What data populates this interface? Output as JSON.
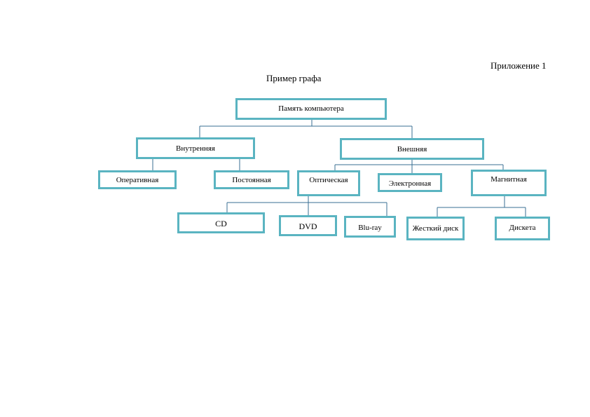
{
  "header": {
    "appendix": "Приложение 1",
    "title": "Пример графа"
  },
  "graph": {
    "root": "Память компьютера",
    "internal": "Внутренняя",
    "external": "Внешняя",
    "ram": "Оперативная",
    "rom": "Постоянная",
    "optical": "Оптическая",
    "electronic": "Электронная",
    "magnetic": "Магнитная",
    "cd": "CD",
    "dvd": "DVD",
    "bluray": "Blu-ray",
    "hdd": "Жесткий диск",
    "floppy": "Дискета"
  },
  "colors": {
    "box_border": "#5ab4c1",
    "connector": "#3a6f93"
  }
}
